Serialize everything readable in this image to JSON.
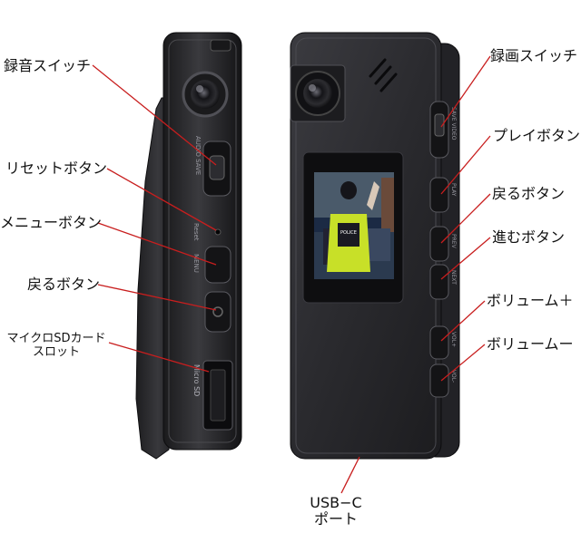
{
  "labels": {
    "record_audio_switch": "録音スイッチ",
    "reset_button": "リセットボタン",
    "menu_button": "メニューボタン",
    "back_button_left": "戻るボタン",
    "microsd_slot_line1": "マイクロSDカード",
    "microsd_slot_line2": "スロット",
    "record_video_switch": "録画スイッチ",
    "play_button": "プレイボタン",
    "back_button_right": "戻るボタン",
    "next_button": "進むボタン",
    "volume_up": "ボリューム＋",
    "volume_down": "ボリュームー",
    "usb_c_line1": "USB−C",
    "usb_c_line2": "ポート"
  },
  "device_text": {
    "side_switch": "AUDIO    SAVE",
    "side_reset": "Reset",
    "side_menu": "MENU",
    "side_microsd": "Micro SD",
    "right_save_video": "SAVE    VIDEO",
    "right_play": "PLAY",
    "right_prev": "PREV",
    "right_next": "NEXT",
    "right_vol_plus": "VOL+",
    "right_vol_minus": "VOL-",
    "screen_badge": "POLICE"
  },
  "colors": {
    "leader_line": "#c81e1e",
    "device_body": "#2a2a2c",
    "device_edge": "#4a4a4e",
    "screen_bg": "#1b2a44",
    "label_text": "#111111"
  }
}
